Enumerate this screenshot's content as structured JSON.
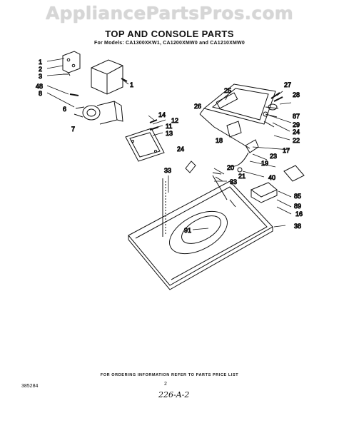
{
  "watermark": "AppliancePartsPros.com",
  "header": {
    "title": "TOP AND CONSOLE PARTS",
    "subtitle": "For Models: CA1300XKW1, CA1200XMW0 and CA1210XMW0"
  },
  "callouts": {
    "c1a": "1",
    "c2": "2",
    "c3": "3",
    "c1b": "1",
    "c48": "48",
    "c8": "8",
    "c6": "6",
    "c7": "7",
    "c14": "14",
    "c12": "12",
    "c11": "11",
    "c13": "13",
    "c25": "25",
    "c26": "26",
    "c27": "27",
    "c28": "28",
    "c87": "87",
    "c29": "29",
    "c24a": "24",
    "c22": "22",
    "c18": "18",
    "c17": "17",
    "c24b": "24",
    "c23": "23",
    "c19": "19",
    "c20": "20",
    "c40": "40",
    "c21": "21",
    "c33a": "33",
    "c33b": "33",
    "c85": "85",
    "c89": "89",
    "c16": "16",
    "c91": "91",
    "c38": "38"
  },
  "footer": {
    "note": "FOR ORDERING INFORMATION REFER TO PARTS PRICE LIST",
    "page": "2",
    "doc_code": "385284",
    "handwritten": "226-A-2"
  }
}
